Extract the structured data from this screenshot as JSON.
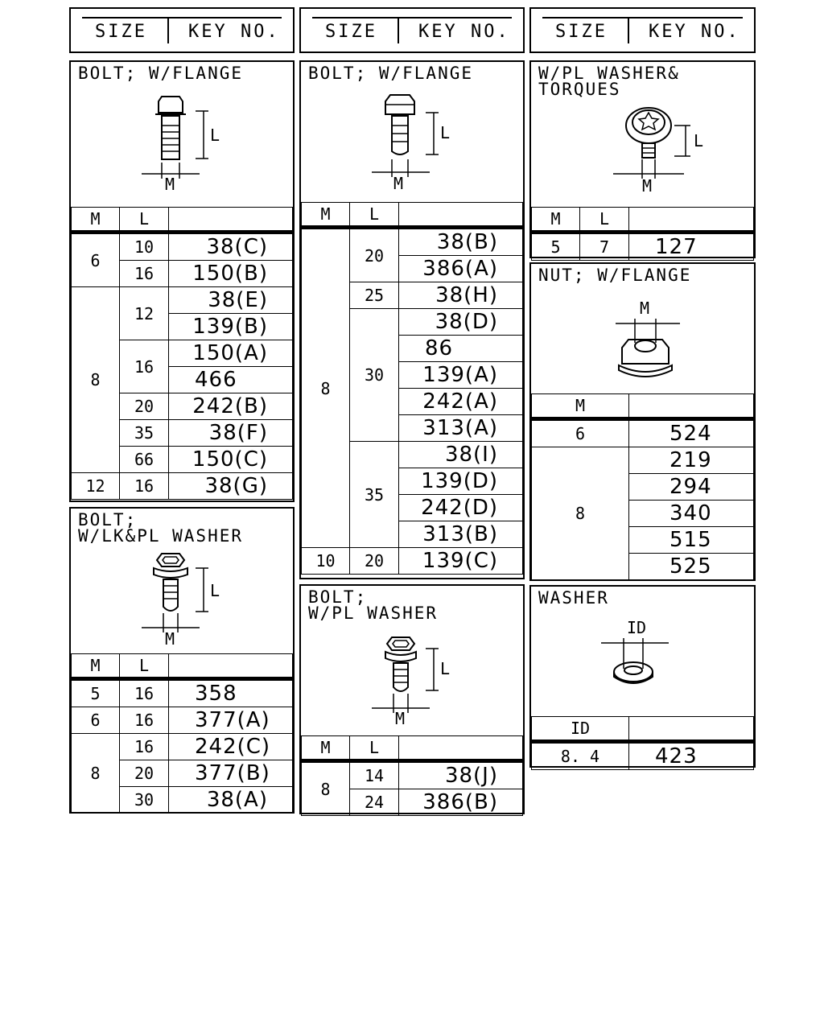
{
  "header": {
    "size_label": "SIZE",
    "key_label": "KEY NO."
  },
  "col_m": "M",
  "col_l": "L",
  "col_id": "ID",
  "dim_l": "L",
  "dim_m": "M",
  "dim_id": "ID",
  "bolt_flange_1": {
    "title": "BOLT; W/FLANGE",
    "rows": [
      [
        "6",
        "10",
        "38(C)"
      ],
      [
        "",
        "16",
        "150(B)"
      ],
      [
        "8",
        "12",
        "38(E)"
      ],
      [
        "",
        "",
        "139(B)"
      ],
      [
        "",
        "16",
        "150(A)"
      ],
      [
        "",
        "",
        "466"
      ],
      [
        "",
        "20",
        "242(B)"
      ],
      [
        "",
        "35",
        "38(F)"
      ],
      [
        "",
        "66",
        "150(C)"
      ],
      [
        "12",
        "16",
        "38(G)"
      ]
    ]
  },
  "bolt_lk_pl": {
    "title": "BOLT;\nW/LK&PL WASHER",
    "rows": [
      [
        "5",
        "16",
        "358"
      ],
      [
        "6",
        "16",
        "377(A)"
      ],
      [
        "8",
        "16",
        "242(C)"
      ],
      [
        "",
        "20",
        "377(B)"
      ],
      [
        "",
        "30",
        "38(A)"
      ]
    ]
  },
  "bolt_flange_2": {
    "title": "BOLT; W/FLANGE",
    "rows": [
      [
        "8",
        "20",
        "38(B)"
      ],
      [
        "",
        "",
        "386(A)"
      ],
      [
        "",
        "25",
        "38(H)"
      ],
      [
        "",
        "30",
        "38(D)"
      ],
      [
        "",
        "",
        "86"
      ],
      [
        "",
        "",
        "139(A)"
      ],
      [
        "",
        "",
        "242(A)"
      ],
      [
        "",
        "",
        "313(A)"
      ],
      [
        "",
        "35",
        "38(I)"
      ],
      [
        "",
        "",
        "139(D)"
      ],
      [
        "",
        "",
        "242(D)"
      ],
      [
        "",
        "",
        "313(B)"
      ],
      [
        "10",
        "20",
        "139(C)"
      ]
    ]
  },
  "bolt_pl": {
    "title": "BOLT;\nW/PL WASHER",
    "rows": [
      [
        "8",
        "14",
        "38(J)"
      ],
      [
        "",
        "24",
        "386(B)"
      ]
    ]
  },
  "pl_washer_torques": {
    "title": "W/PL WASHER&\nTORQUES",
    "rows": [
      [
        "5",
        "7",
        "127"
      ]
    ]
  },
  "nut_flange": {
    "title": "NUT; W/FLANGE",
    "rows": [
      [
        "6",
        "524"
      ],
      [
        "8",
        "219"
      ],
      [
        "",
        "294"
      ],
      [
        "",
        "340"
      ],
      [
        "",
        "515"
      ],
      [
        "",
        "525"
      ]
    ]
  },
  "washer": {
    "title": "WASHER",
    "rows": [
      [
        "8. 4",
        "423"
      ]
    ]
  }
}
